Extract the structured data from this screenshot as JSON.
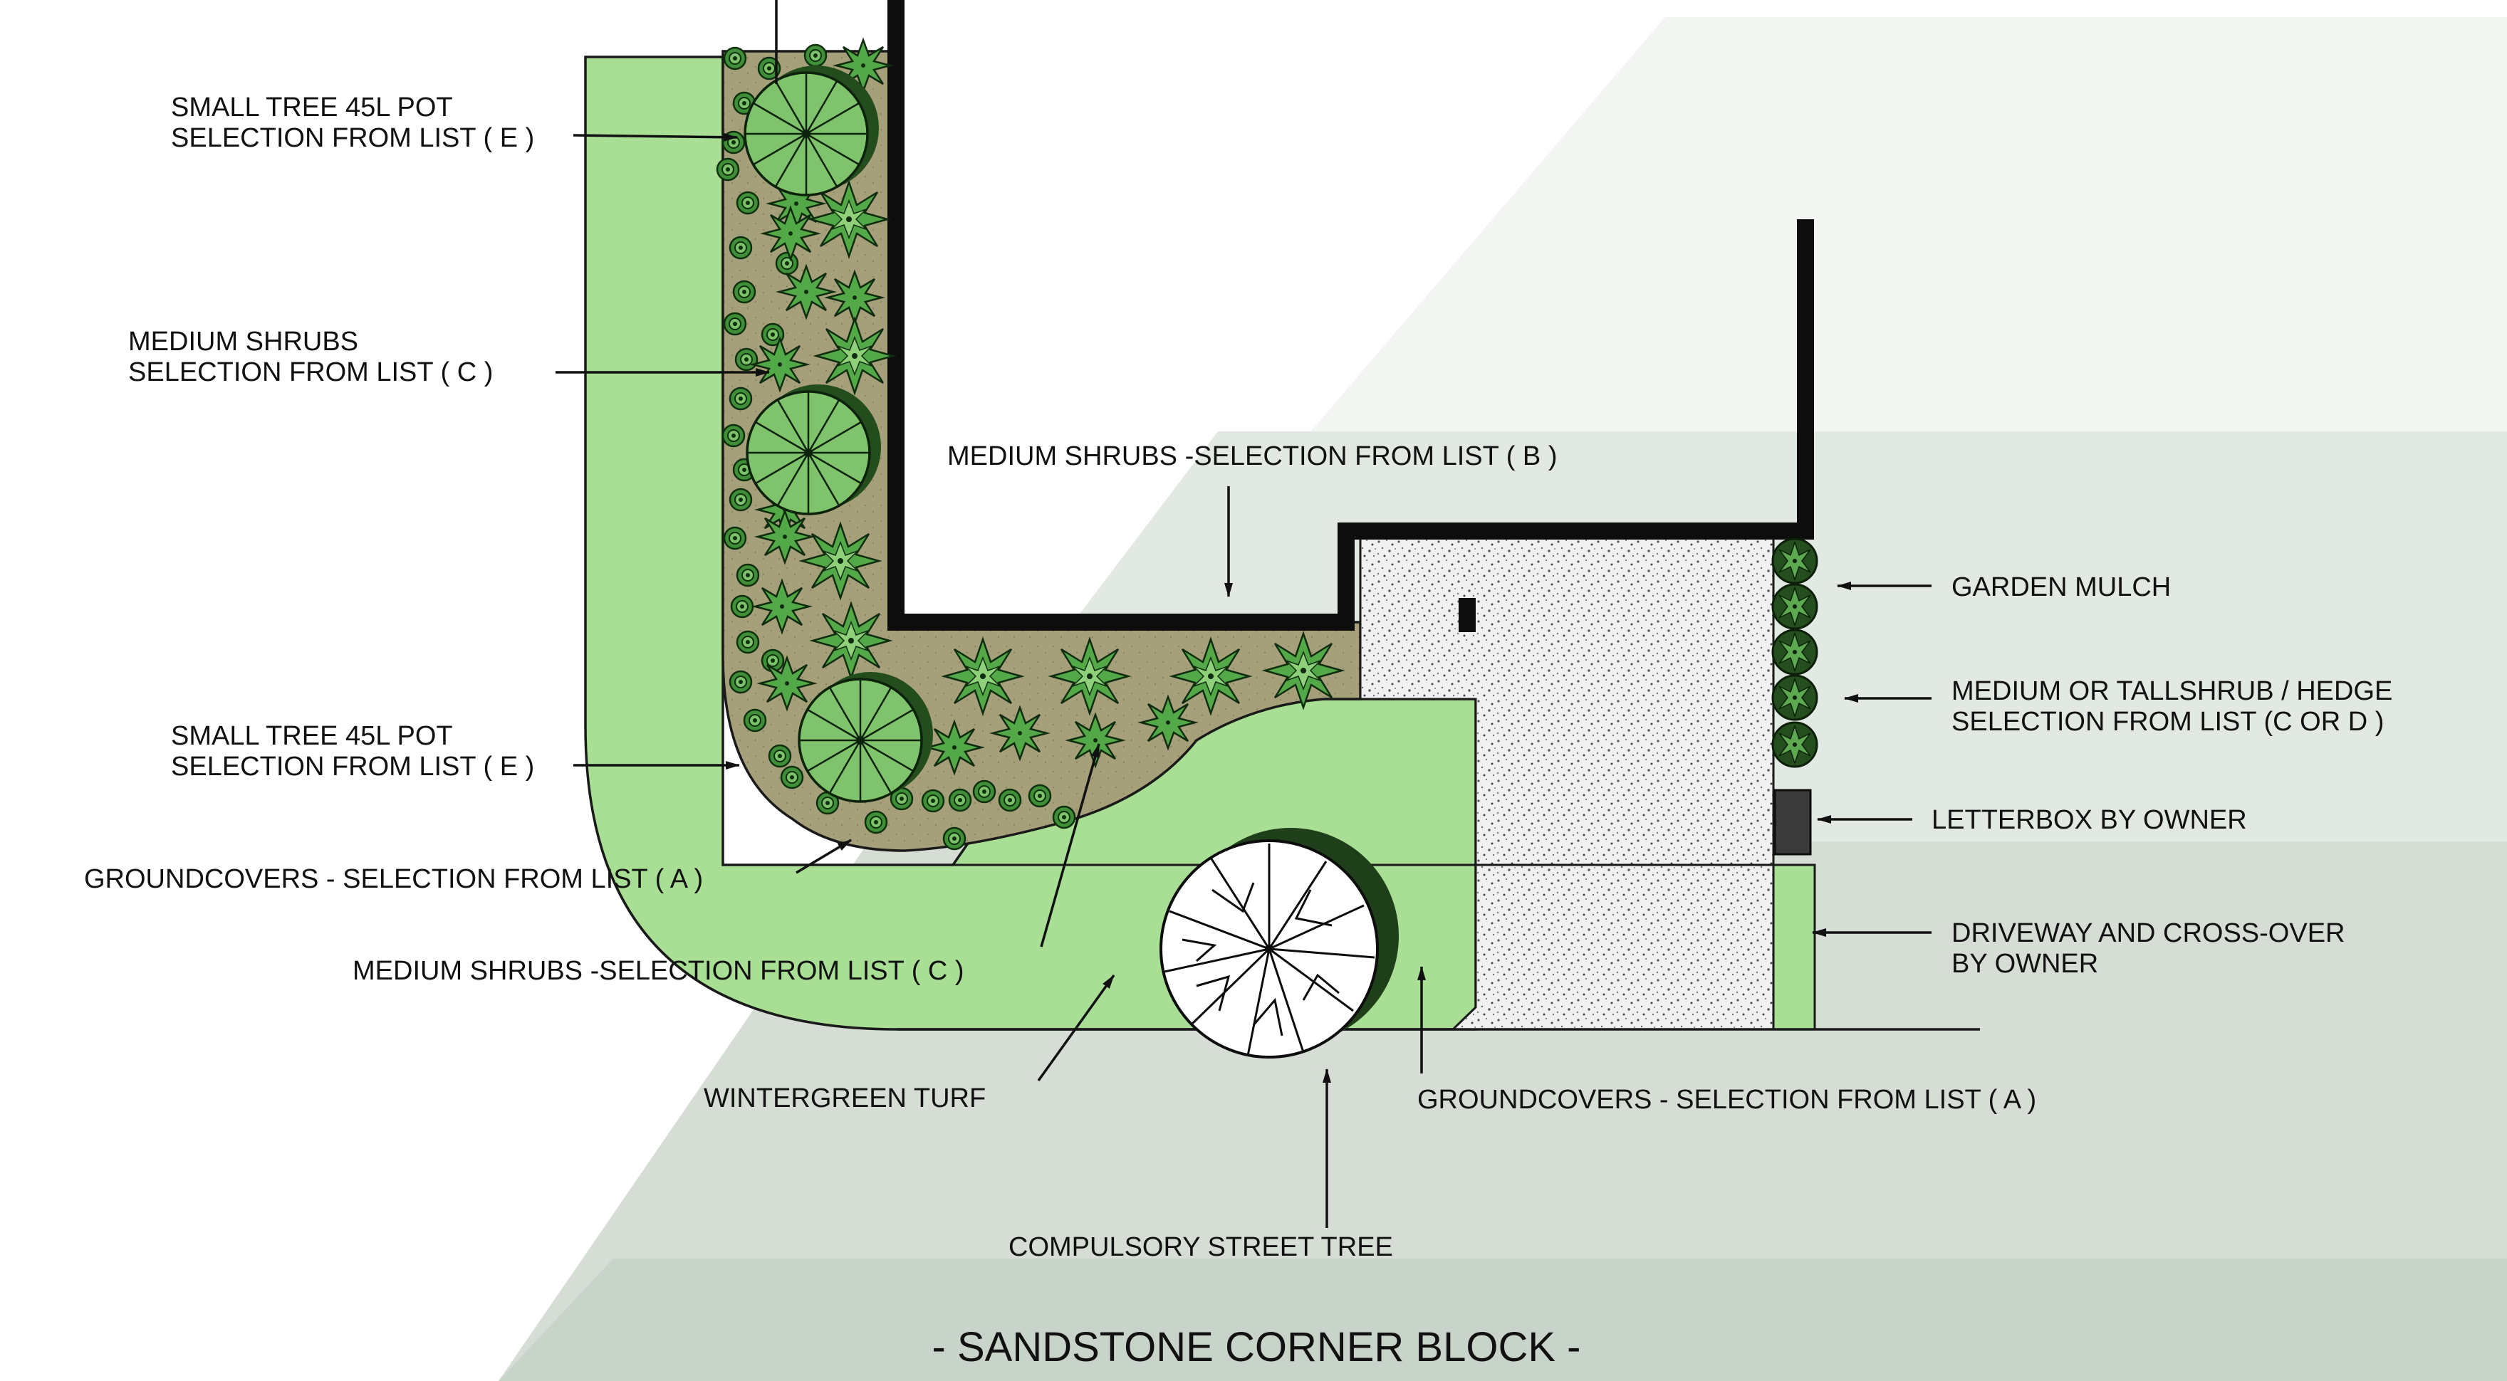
{
  "title": "- SANDSTONE CORNER BLOCK -",
  "labels": {
    "small_tree_top_l1": "SMALL TREE 45L POT",
    "small_tree_top_l2": "SELECTION FROM LIST ( E )",
    "medium_shrubs_c_top_l1": "MEDIUM SHRUBS",
    "medium_shrubs_c_top_l2": "SELECTION FROM LIST ( C )",
    "medium_shrubs_b": "MEDIUM SHRUBS -SELECTION FROM LIST ( B )",
    "garden_mulch": "GARDEN MULCH",
    "hedge_l1": "MEDIUM OR TALLSHRUB / HEDGE",
    "hedge_l2": "SELECTION FROM LIST (C OR D )",
    "small_tree_bottom_l1": "SMALL TREE 45L POT",
    "small_tree_bottom_l2": "SELECTION FROM LIST ( E )",
    "letterbox": "LETTERBOX BY OWNER",
    "groundcovers_left": "GROUNDCOVERS - SELECTION FROM LIST ( A )",
    "driveway_l1": "DRIVEWAY AND CROSS-OVER",
    "driveway_l2": "BY OWNER",
    "medium_shrubs_c_bottom": "MEDIUM SHRUBS -SELECTION FROM LIST ( C )",
    "wintergreen_turf": "WINTERGREEN TURF",
    "groundcovers_right": "GROUNDCOVERS - SELECTION FROM LIST ( A )",
    "street_tree": "COMPULSORY STREET TREE"
  },
  "colors": {
    "turf": "#a8df95",
    "mulch": "#a59f7a",
    "gravel": "#ededed",
    "wall": "#0d0d0d",
    "plant_dark": "#2f6b2a",
    "plant_light": "#6cbb5a",
    "background_band_1": "#f3f5f2",
    "background_band_2": "#e2e8e2",
    "background_band_3": "#d5ddd5",
    "background_band_4": "#c8d3c9"
  }
}
